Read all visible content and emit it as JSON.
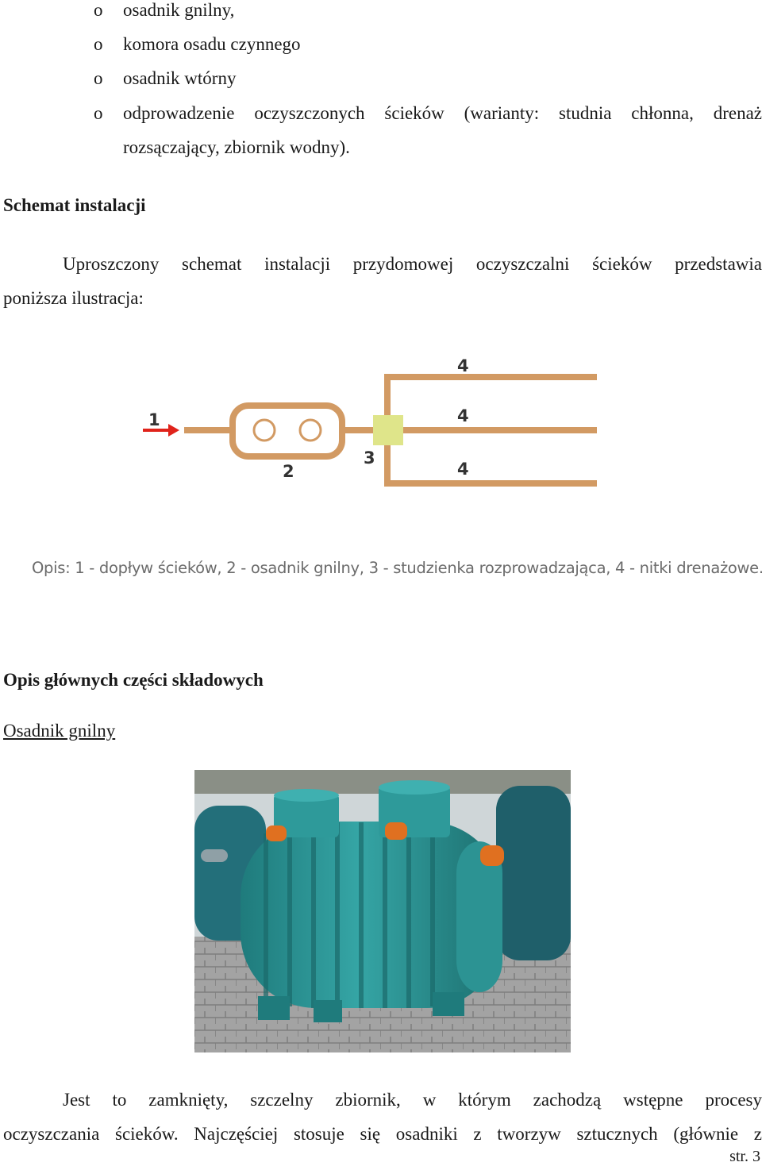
{
  "bullet_symbol": "o",
  "bullets": [
    {
      "text": "osadnik gnilny,"
    },
    {
      "text": "komora osadu czynnego"
    },
    {
      "text": "osadnik wtórny"
    },
    {
      "text": "odprowadzenie oczyszczonych ścieków (warianty: studnia chłonna, drenaż",
      "cont": "rozsączający, zbiornik wodny)."
    }
  ],
  "section1": {
    "heading": "Schemat instalacji",
    "para_line1": "Uproszczony schemat instalacji przydomowej oczyszczalni ścieków przedstawia",
    "para_line2": "poniższa ilustracja:"
  },
  "diagram": {
    "labels": {
      "inflow": "1",
      "tank": "2",
      "well": "3",
      "drain": "4"
    },
    "colors": {
      "pipe": "#d29a63",
      "well": "#dfe58a",
      "arrow": "#e0231b",
      "label": "#333333"
    },
    "caption": "Opis: 1 - dopływ ścieków, 2 - osadnik gnilny, 3 - studzienka rozprowadzająca, 4 - nitki drenażowe."
  },
  "section2": {
    "heading": "Opis głównych części składowych",
    "subheading": "Osadnik gnilny",
    "para_line1": "Jest to zamknięty, szczelny zbiornik, w którym zachodzą wstępne procesy",
    "para_line2": "oczyszczania ścieków. Najczęściej stosuje się osadniki z tworzyw sztucznych (głównie z"
  },
  "photo": {
    "colors": {
      "tank": "#2e9a9a",
      "tank_dark": "#1f7474",
      "pipe": "#e07020",
      "ground": "#9b9b9b",
      "sky": "#cfd6d8"
    }
  },
  "page_number": "str. 3"
}
